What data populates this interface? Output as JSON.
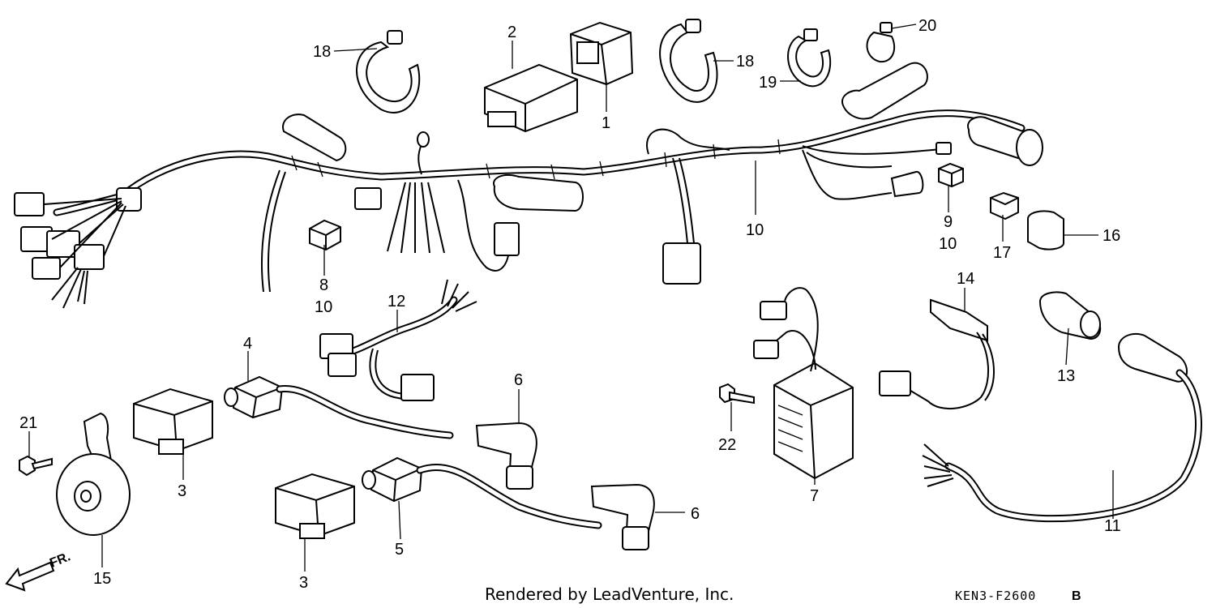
{
  "diagram": {
    "footer_credit": "Rendered by LeadVenture, Inc.",
    "footer_code": "KEN3-F2600",
    "footer_code_suffix": "B",
    "front_arrow_label": "FR.",
    "callouts": {
      "c1": "1",
      "c2": "2",
      "c3a": "3",
      "c3b": "3",
      "c4": "4",
      "c5": "5",
      "c6a": "6",
      "c6b": "6",
      "c7": "7",
      "c8": "8",
      "c8_10": "10",
      "c9": "9",
      "c9_10": "10",
      "c10": "10",
      "c11": "11",
      "c12": "12",
      "c13": "13",
      "c14": "14",
      "c15": "15",
      "c16": "16",
      "c17": "17",
      "c18a": "18",
      "c18b": "18",
      "c19": "19",
      "c20": "20",
      "c21": "21",
      "c22": "22"
    }
  }
}
